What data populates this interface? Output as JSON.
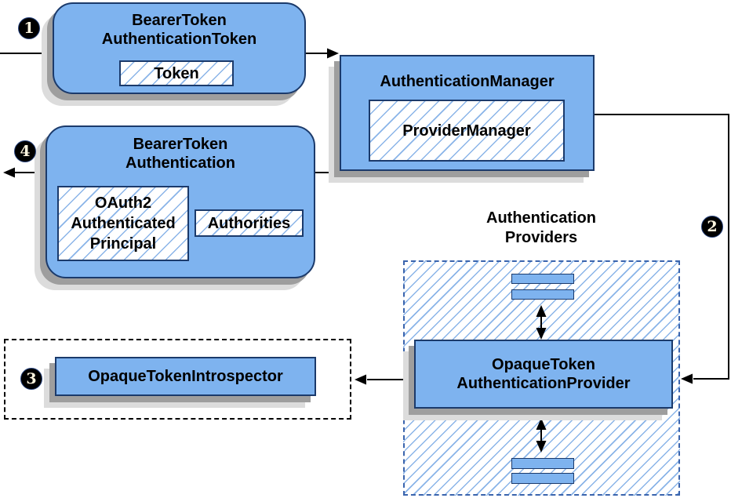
{
  "colors": {
    "boxFill": "#7eb3ef",
    "boxBorder": "#1b3a6b",
    "hatchLine": "#8ab4e8",
    "areaBorder": "#3a64ad",
    "shadowDark": "#9e9e9e",
    "shadowLight": "#dcdcdc",
    "badgeBg": "#000000",
    "badgeRing": "#27427c",
    "badgeText": "#fff6e0"
  },
  "badges": {
    "step1": "1",
    "step2": "2",
    "step3": "3",
    "step4": "4"
  },
  "boxes": {
    "bearerTokenAuthenticationToken": {
      "title": "BearerToken\nAuthenticationToken",
      "inner": "Token"
    },
    "authenticationManager": {
      "title": "AuthenticationManager",
      "inner": "ProviderManager"
    },
    "bearerTokenAuthentication": {
      "title": "BearerToken\nAuthentication",
      "principal": "OAuth2\nAuthenticated\nPrincipal",
      "authorities": "Authorities"
    },
    "authenticationProviders": {
      "label": "Authentication\nProviders"
    },
    "opaqueTokenAuthenticationProvider": {
      "title": "OpaqueToken\nAuthenticationProvider"
    },
    "opaqueTokenIntrospector": {
      "title": "OpaqueTokenIntrospector"
    }
  }
}
